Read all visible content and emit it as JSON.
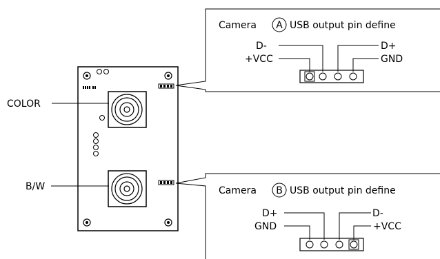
{
  "boards": {
    "color_label": "COLOR",
    "bw_label": "B/W"
  },
  "callout_a": {
    "prefix": "Camera",
    "badge": "A",
    "suffix": "USB output pin define",
    "pins": {
      "top_left": "D-",
      "left": "+VCC",
      "top_right": "D+",
      "right": "GND"
    }
  },
  "callout_b": {
    "prefix": "Camera",
    "badge": "B",
    "suffix": "USB output pin define",
    "pins": {
      "top_left": "D+",
      "left": "GND",
      "top_right": "D-",
      "right": "+VCC"
    }
  }
}
